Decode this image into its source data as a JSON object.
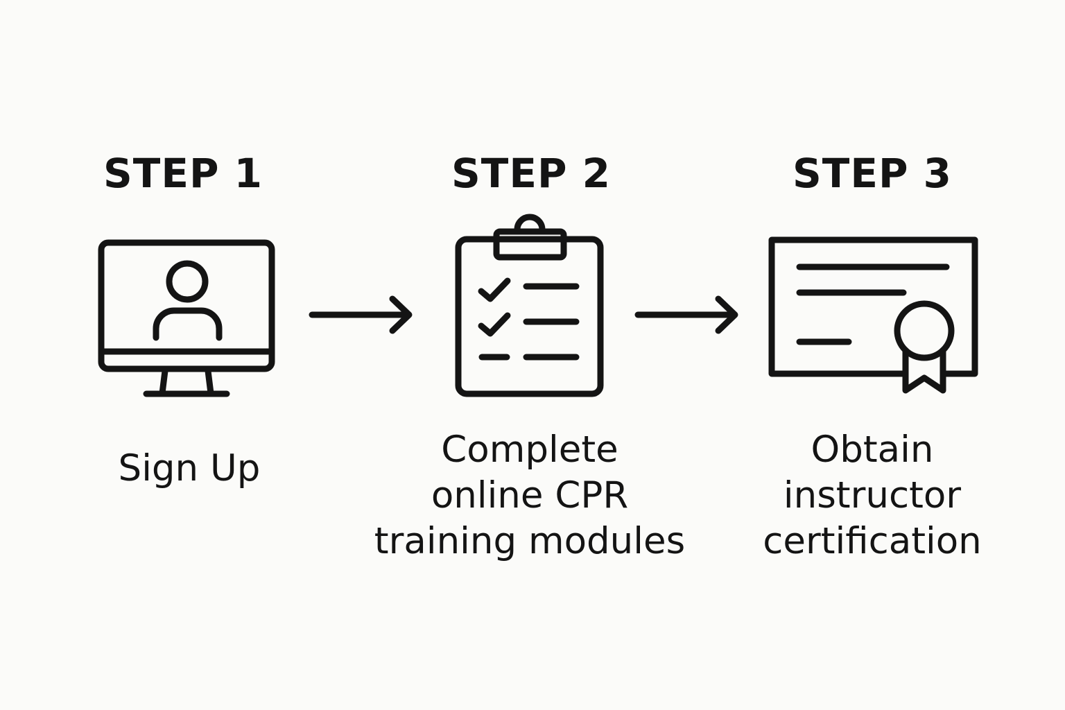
{
  "steps": [
    {
      "title": "STEP 1",
      "label_lines": [
        "Sign Up"
      ],
      "icon": "computer-user-icon"
    },
    {
      "title": "STEP 2",
      "label_lines": [
        "Complete",
        "online CPR",
        "training modules"
      ],
      "icon": "clipboard-checklist-icon"
    },
    {
      "title": "STEP 3",
      "label_lines": [
        "Obtain",
        "instructor",
        "certification"
      ],
      "icon": "certificate-icon"
    }
  ],
  "connectors": [
    {
      "icon": "arrow-right-icon"
    },
    {
      "icon": "arrow-right-icon"
    }
  ],
  "colors": {
    "background": "#fbfbf9",
    "ink": "#141414"
  }
}
